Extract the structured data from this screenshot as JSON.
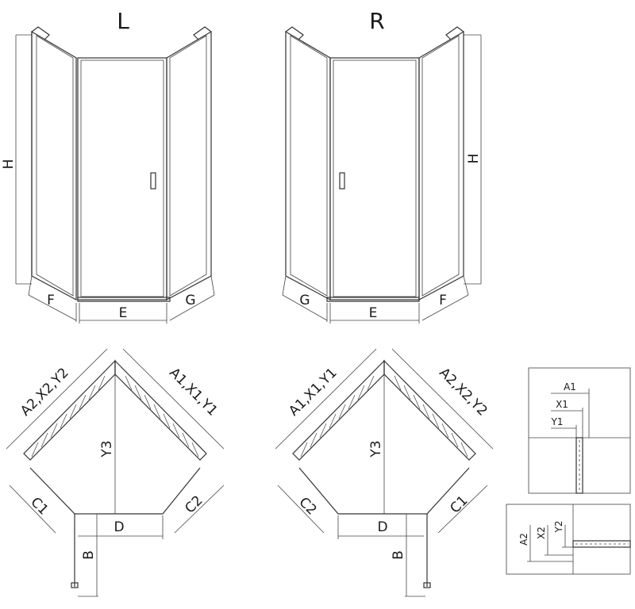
{
  "diagram": {
    "variant_left": "L",
    "variant_right": "R",
    "dims": {
      "H": "H",
      "E": "E",
      "F": "F",
      "G": "G",
      "B": "B",
      "D": "D",
      "Y3": "Y3",
      "C1": "C1",
      "C2": "C2",
      "A2X2Y2": "A2,X2,Y2",
      "A1X1Y1": "A1,X1,Y1"
    },
    "detail_top": {
      "a": "A1",
      "x": "X1",
      "y": "Y1"
    },
    "detail_bottom": {
      "a": "A2",
      "x": "X2",
      "y": "Y2"
    }
  }
}
